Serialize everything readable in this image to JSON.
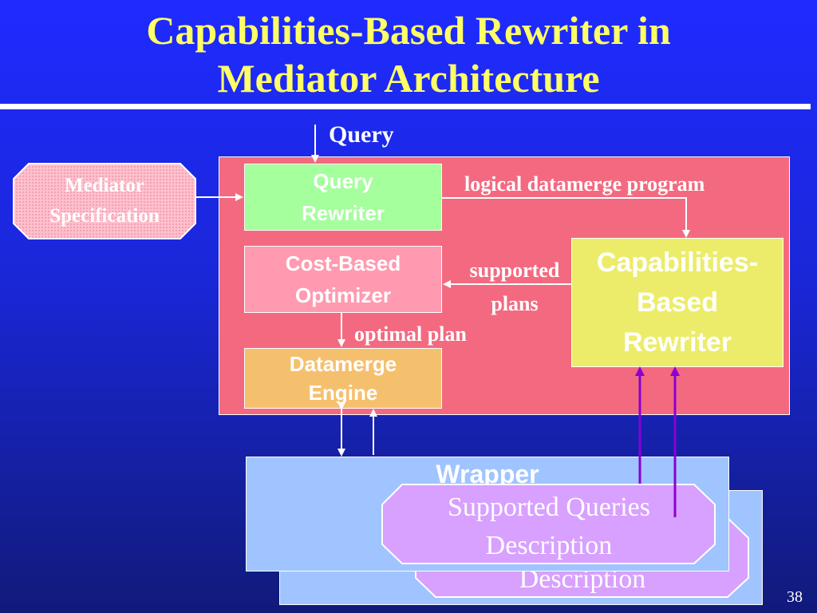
{
  "slide": {
    "title_line1": "Capabilities-Based Rewriter in",
    "title_line2": "Mediator Architecture",
    "page_number": "38"
  },
  "diagram": {
    "query_label": "Query",
    "mediator_spec": [
      "Mediator",
      "Specification"
    ],
    "query_rewriter": [
      "Query",
      "Rewriter"
    ],
    "cost_based_optimizer": [
      "Cost-Based",
      "Optimizer"
    ],
    "datamerge_engine": [
      "Datamerge",
      "Engine"
    ],
    "capabilities_rewriter": [
      "Capabilities-",
      "Based",
      "Rewriter"
    ],
    "edge_logical_program": "logical datamerge program",
    "edge_supported_plans": [
      "supported",
      "plans"
    ],
    "edge_optimal_plan": "optimal plan",
    "wrapper_title": "Wrapper",
    "supported_queries_desc": [
      "Supported Queries",
      "Description"
    ],
    "back_desc_word": "Description"
  },
  "colors": {
    "title": "#ffff66",
    "mediator_area": "#f36a80",
    "query_rewriter": "#a4ff9c",
    "cost_based_optimizer": "#ff9ab0",
    "datamerge_engine": "#f5c06e",
    "capabilities_rewriter": "#ecec6a",
    "wrapper": "#a0c4ff",
    "description_octagon": "#d8a0ff",
    "mediator_spec_octagon": "#ffc0cc",
    "capability_arrows": "#8a00d4"
  }
}
